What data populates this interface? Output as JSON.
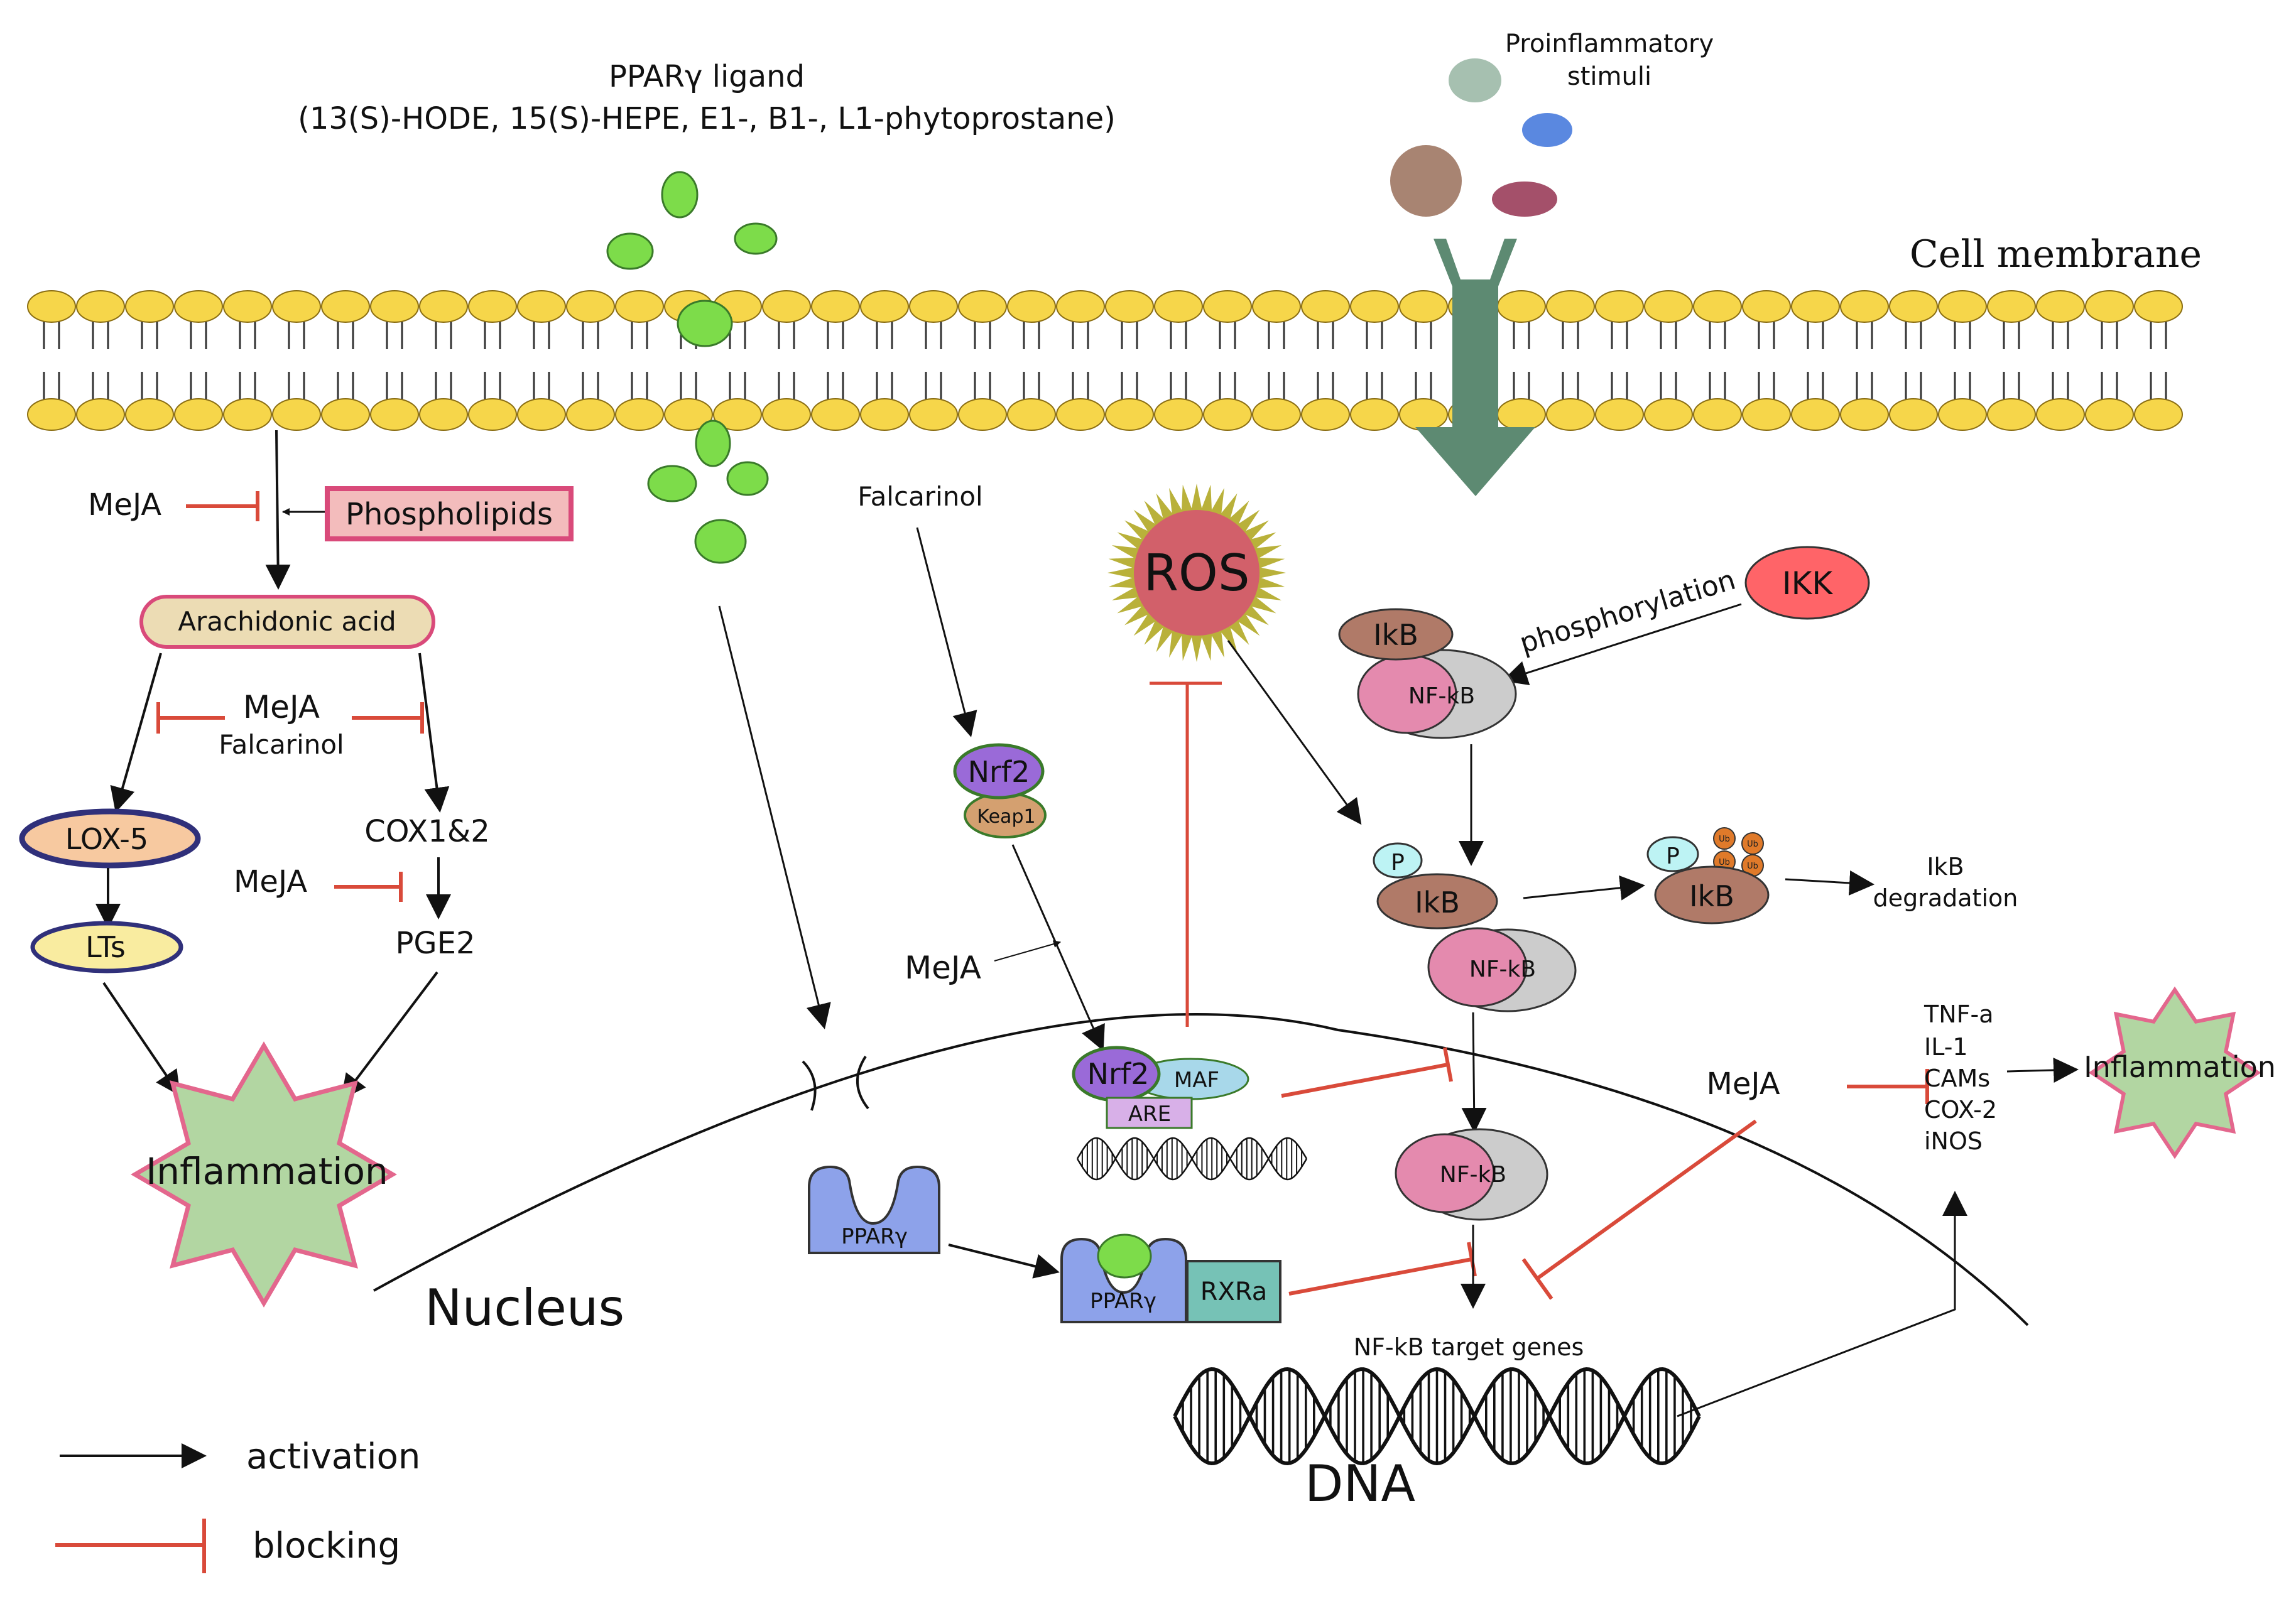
{
  "texts": {
    "ppar_ligand_title": "PPARγ ligand",
    "ppar_ligand_list": "(13(S)-HODE, 15(S)-HEPE, E1-, B1-, L1-phytoprostane)",
    "proinflammatory_line1": "Proinflammatory",
    "proinflammatory_line2": "stimuli",
    "cell_membrane": "Cell membrane",
    "meja": "MeJA",
    "phospholipids": "Phospholipids",
    "arachidonic_acid": "Arachidonic acid",
    "falcarinol": "Falcarinol",
    "lox5": "LOX-5",
    "lts": "LTs",
    "cox12": "COX1&2",
    "pge2": "PGE2",
    "inflammation": "Inflammation",
    "nucleus": "Nucleus",
    "ros": "ROS",
    "nrf2": "Nrf2",
    "keap1": "Keap1",
    "maf": "MAF",
    "are": "ARE",
    "ikb": "IkB",
    "nfkb": "NF-kB",
    "ikk": "IKK",
    "phosphorylation": "phosphorylation",
    "p": "P",
    "ub": "Ub",
    "ikb_degradation_line1": "IkB",
    "ikb_degradation_line2": "degradation",
    "ppary": "PPARγ",
    "rxra": "RXRa",
    "nfkb_target_genes": "NF-kB target genes",
    "dna": "DNA",
    "cytokines": [
      "TNF-a",
      "IL-1",
      "CAMs",
      "COX-2",
      "iNOS"
    ],
    "legend_activation": "activation",
    "legend_blocking": "blocking"
  },
  "colors": {
    "activation": "#111111",
    "blocking": "#d94a3a",
    "ligand_green": "#7ddc4a",
    "lipid_head": "#f6d64a",
    "ikb_brown": "#b07a68",
    "nfkb_pink": "#e48aae",
    "nfkb_grey": "#cccccc",
    "ros_red": "#d2606a",
    "ros_ring": "#b9b13a",
    "ikk_red": "#ff6468",
    "nrf2_purple": "#9a6ad8",
    "keap1_tan": "#d4a070",
    "maf_blue": "#a8d8ea",
    "are_lilac": "#d8b0e8",
    "ppary_blue": "#8da2ea",
    "rxra_teal": "#76c2b6",
    "inflammation_green": "#b2d6a2",
    "inflammation_border": "#e3678d",
    "membrane_arrow": "#5d8a72",
    "phospholipids_fill": "#f3bcbc",
    "phospholipids_border": "#d94a7a",
    "arachidonic_fill": "#ecdcb4",
    "lox5_fill": "#f7c9a0",
    "lox5_border": "#30307a",
    "lts_fill": "#f9eca0",
    "ub_orange": "#e07a2a",
    "p_cyan": "#bdf3f4",
    "stimuli_grey": "#a6c0b0",
    "stimuli_blue": "#5a88e0",
    "stimuli_brown": "#a88472",
    "stimuli_purple": "#a4506a"
  },
  "icons": {
    "ligand": "green-ellipse",
    "lipid": "yellow-phospholipid-head",
    "inflammation": "green-star-burst",
    "ros": "spiky-sun",
    "dna": "double-helix",
    "receptor": "ppary-cup-shape"
  }
}
